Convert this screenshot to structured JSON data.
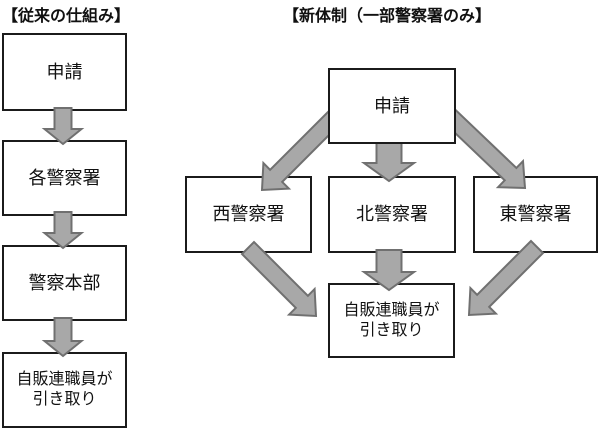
{
  "colors": {
    "arrow_fill": "#a8a8a8",
    "arrow_stroke": "#707070",
    "box_border": "#1b1b1b",
    "background": "#ffffff"
  },
  "legacy_chart": {
    "title": "【従来の仕組み】",
    "nodes": [
      {
        "label": "申請"
      },
      {
        "label": "各警察署"
      },
      {
        "label": "警察本部"
      },
      {
        "label": "自販連職員が\n引き取り"
      }
    ]
  },
  "new_chart": {
    "title": "【新体制（一部警察署のみ】",
    "nodes": {
      "application": "申請",
      "west": "西警察署",
      "north": "北警察署",
      "east": "東警察署",
      "pickup": "自販連職員が\n引き取り"
    }
  }
}
